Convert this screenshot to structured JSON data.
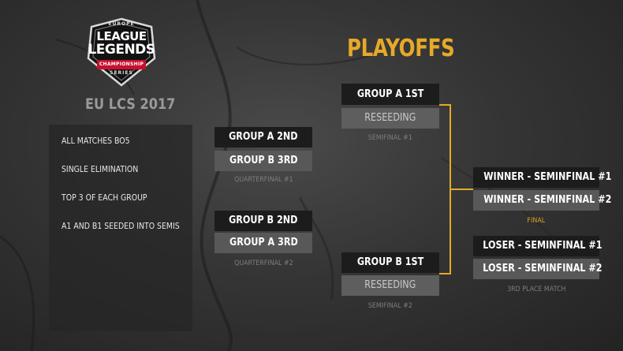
{
  "logo": {
    "europe": "EUROPE",
    "line1": "LEAGUE",
    "line2": "LEGENDS",
    "championship": "CHAMPIONSHIP",
    "series": "SERIES"
  },
  "title": "PLAYOFFS",
  "subtitle": "EU LCS 2017",
  "info": [
    "ALL MATCHES BO5",
    "SINGLE ELIMINATION",
    "TOP 3 OF EACH GROUP",
    "A1 AND B1 SEEDED INTO SEMIS"
  ],
  "quarterfinals": [
    {
      "top": "GROUP A 2ND",
      "bottom": "GROUP B 3RD",
      "caption": "QUARTERFINAL #1"
    },
    {
      "top": "GROUP B 2ND",
      "bottom": "GROUP A 3RD",
      "caption": "QUARTERFINAL #2"
    }
  ],
  "semifinals": [
    {
      "top": "GROUP A 1ST",
      "bottom": "RESEEDING",
      "caption": "SEMIFINAL #1"
    },
    {
      "top": "GROUP B 1ST",
      "bottom": "RESEEDING",
      "caption": "SEMIFINAL #2"
    }
  ],
  "final": {
    "top": "WINNER - SEMINFINAL #1",
    "bottom": "WINNER - SEMINFINAL #2",
    "caption": "FINAL"
  },
  "third_place": {
    "top": "LOSER - SEMINFINAL #1",
    "bottom": "LOSER - SEMINFINAL #2",
    "caption": "3RD PLACE MATCH"
  },
  "colors": {
    "accent": "#e6a928",
    "slot_dark": "#1c1c1c",
    "slot_light": "#585858"
  }
}
